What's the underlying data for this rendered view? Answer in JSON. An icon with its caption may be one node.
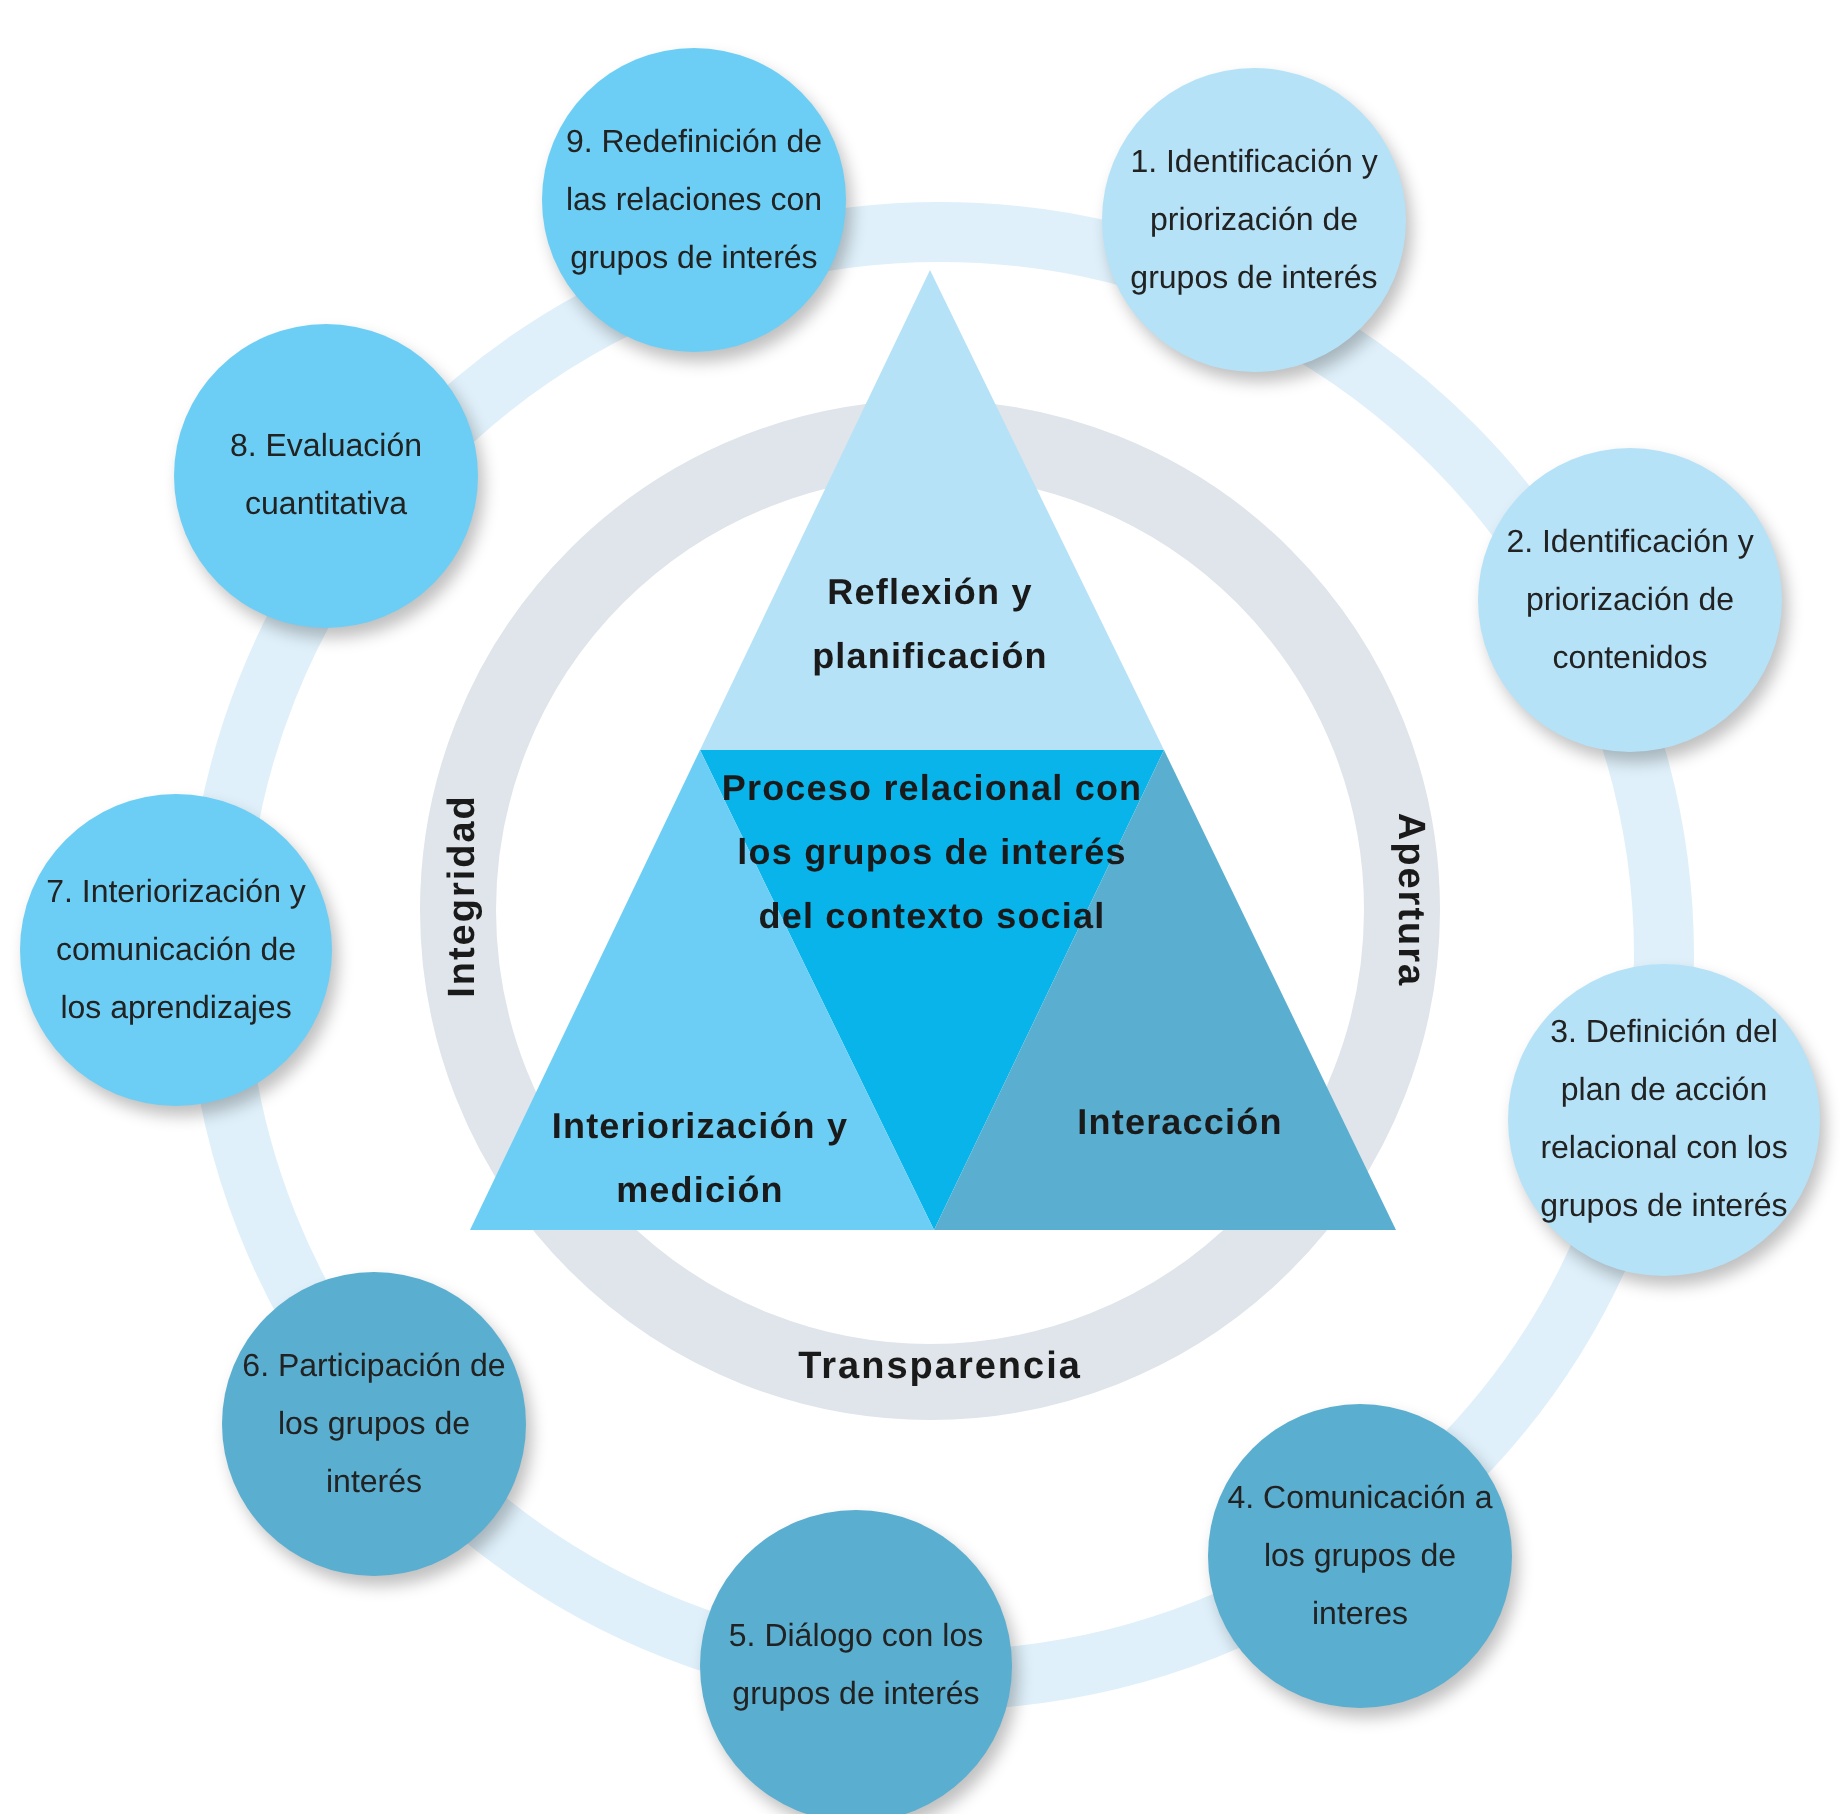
{
  "diagram": {
    "nodes": [
      {
        "text": [
          "1. Identificación y priorización de grupos de interés"
        ]
      },
      {
        "text": [
          "2. Identificación y priorización de contenidos"
        ]
      },
      {
        "text": [
          "3. Definición del plan de acción relacional con los grupos de interés"
        ]
      },
      {
        "text": [
          "4. Comunicación a los grupos de interes"
        ]
      },
      {
        "text": [
          "5. Diálogo con los grupos de interés"
        ]
      },
      {
        "text": [
          "6. Participación de los grupos de interés"
        ]
      },
      {
        "text": [
          "7. Interiorización y comunicación de los aprendizajes"
        ]
      },
      {
        "text": [
          "8. Evaluación cuantitativa"
        ]
      },
      {
        "text": [
          "9. Redefinición de las relaciones con grupos de interés"
        ]
      },
      {
        "text": [
          "Reflexión y planificación"
        ]
      },
      {
        "text": [
          "Proceso relacional con los grupos de interés del contexto social"
        ]
      },
      {
        "text": [
          "Interiorización y medición"
        ]
      },
      {
        "text": [
          "Interacción"
        ]
      }
    ],
    "edges": [],
    "labels": [
      "Integridad",
      "Apertura",
      "Transparencia"
    ]
  }
}
